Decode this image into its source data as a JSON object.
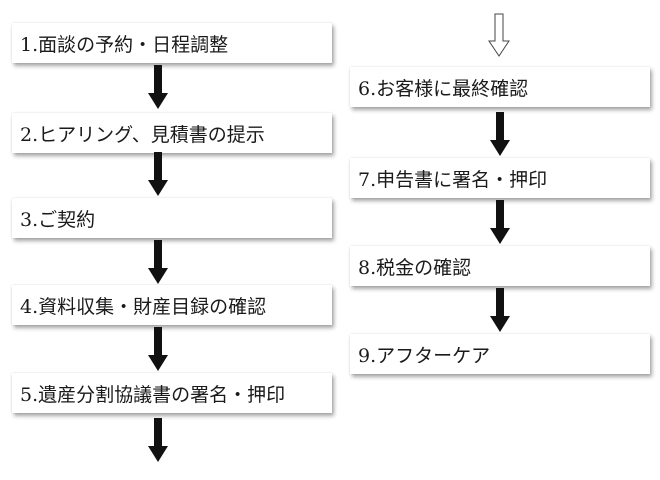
{
  "steps_left": [
    "1.面談の予約・日程調整",
    "2.ヒアリング、見積書の提示",
    "3.ご契約",
    "4.資料収集・財産目録の確認",
    "5.遺産分割協議書の署名・押印"
  ],
  "steps_right": [
    "6.お客様に最終確認",
    "7.申告書に署名・押印",
    "8.税金の確認",
    "9.アフターケア"
  ],
  "colors": {
    "arrow": "#111111",
    "box_bg": "#ffffff",
    "text": "#1a1a1a"
  }
}
